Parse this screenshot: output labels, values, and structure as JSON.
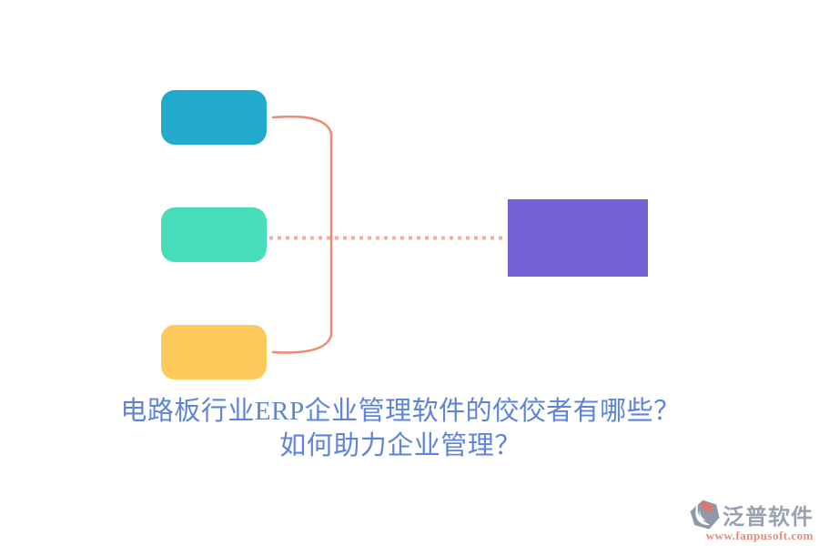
{
  "canvas": {
    "background": "#ffffff"
  },
  "diagram": {
    "type": "mindmap-fragment",
    "nodes": [
      {
        "id": "branch-top",
        "shape": "rounded-rect",
        "color": "#22aacd"
      },
      {
        "id": "branch-middle",
        "shape": "rounded-rect",
        "color": "#47dcba"
      },
      {
        "id": "branch-bottom",
        "shape": "rounded-rect",
        "color": "#fec95b"
      },
      {
        "id": "root-right",
        "shape": "rect",
        "color": "#7560d5"
      }
    ],
    "connectors": {
      "bracket_color": "#ef8a71",
      "dotted_color": "#f5ac9b"
    }
  },
  "title": {
    "line1": "电路板行业ERP企业管理软件的佼佼者有哪些？",
    "line2": "如何助力企业管理？",
    "color": "#5e84da"
  },
  "watermark": {
    "brand": "泛普软件",
    "url": "www.fanpusoft.com",
    "brand_color": "#99a2b1",
    "url_color": "#e8897b",
    "logo_gray": "#8f99a8",
    "logo_accent": "#e0756b"
  }
}
